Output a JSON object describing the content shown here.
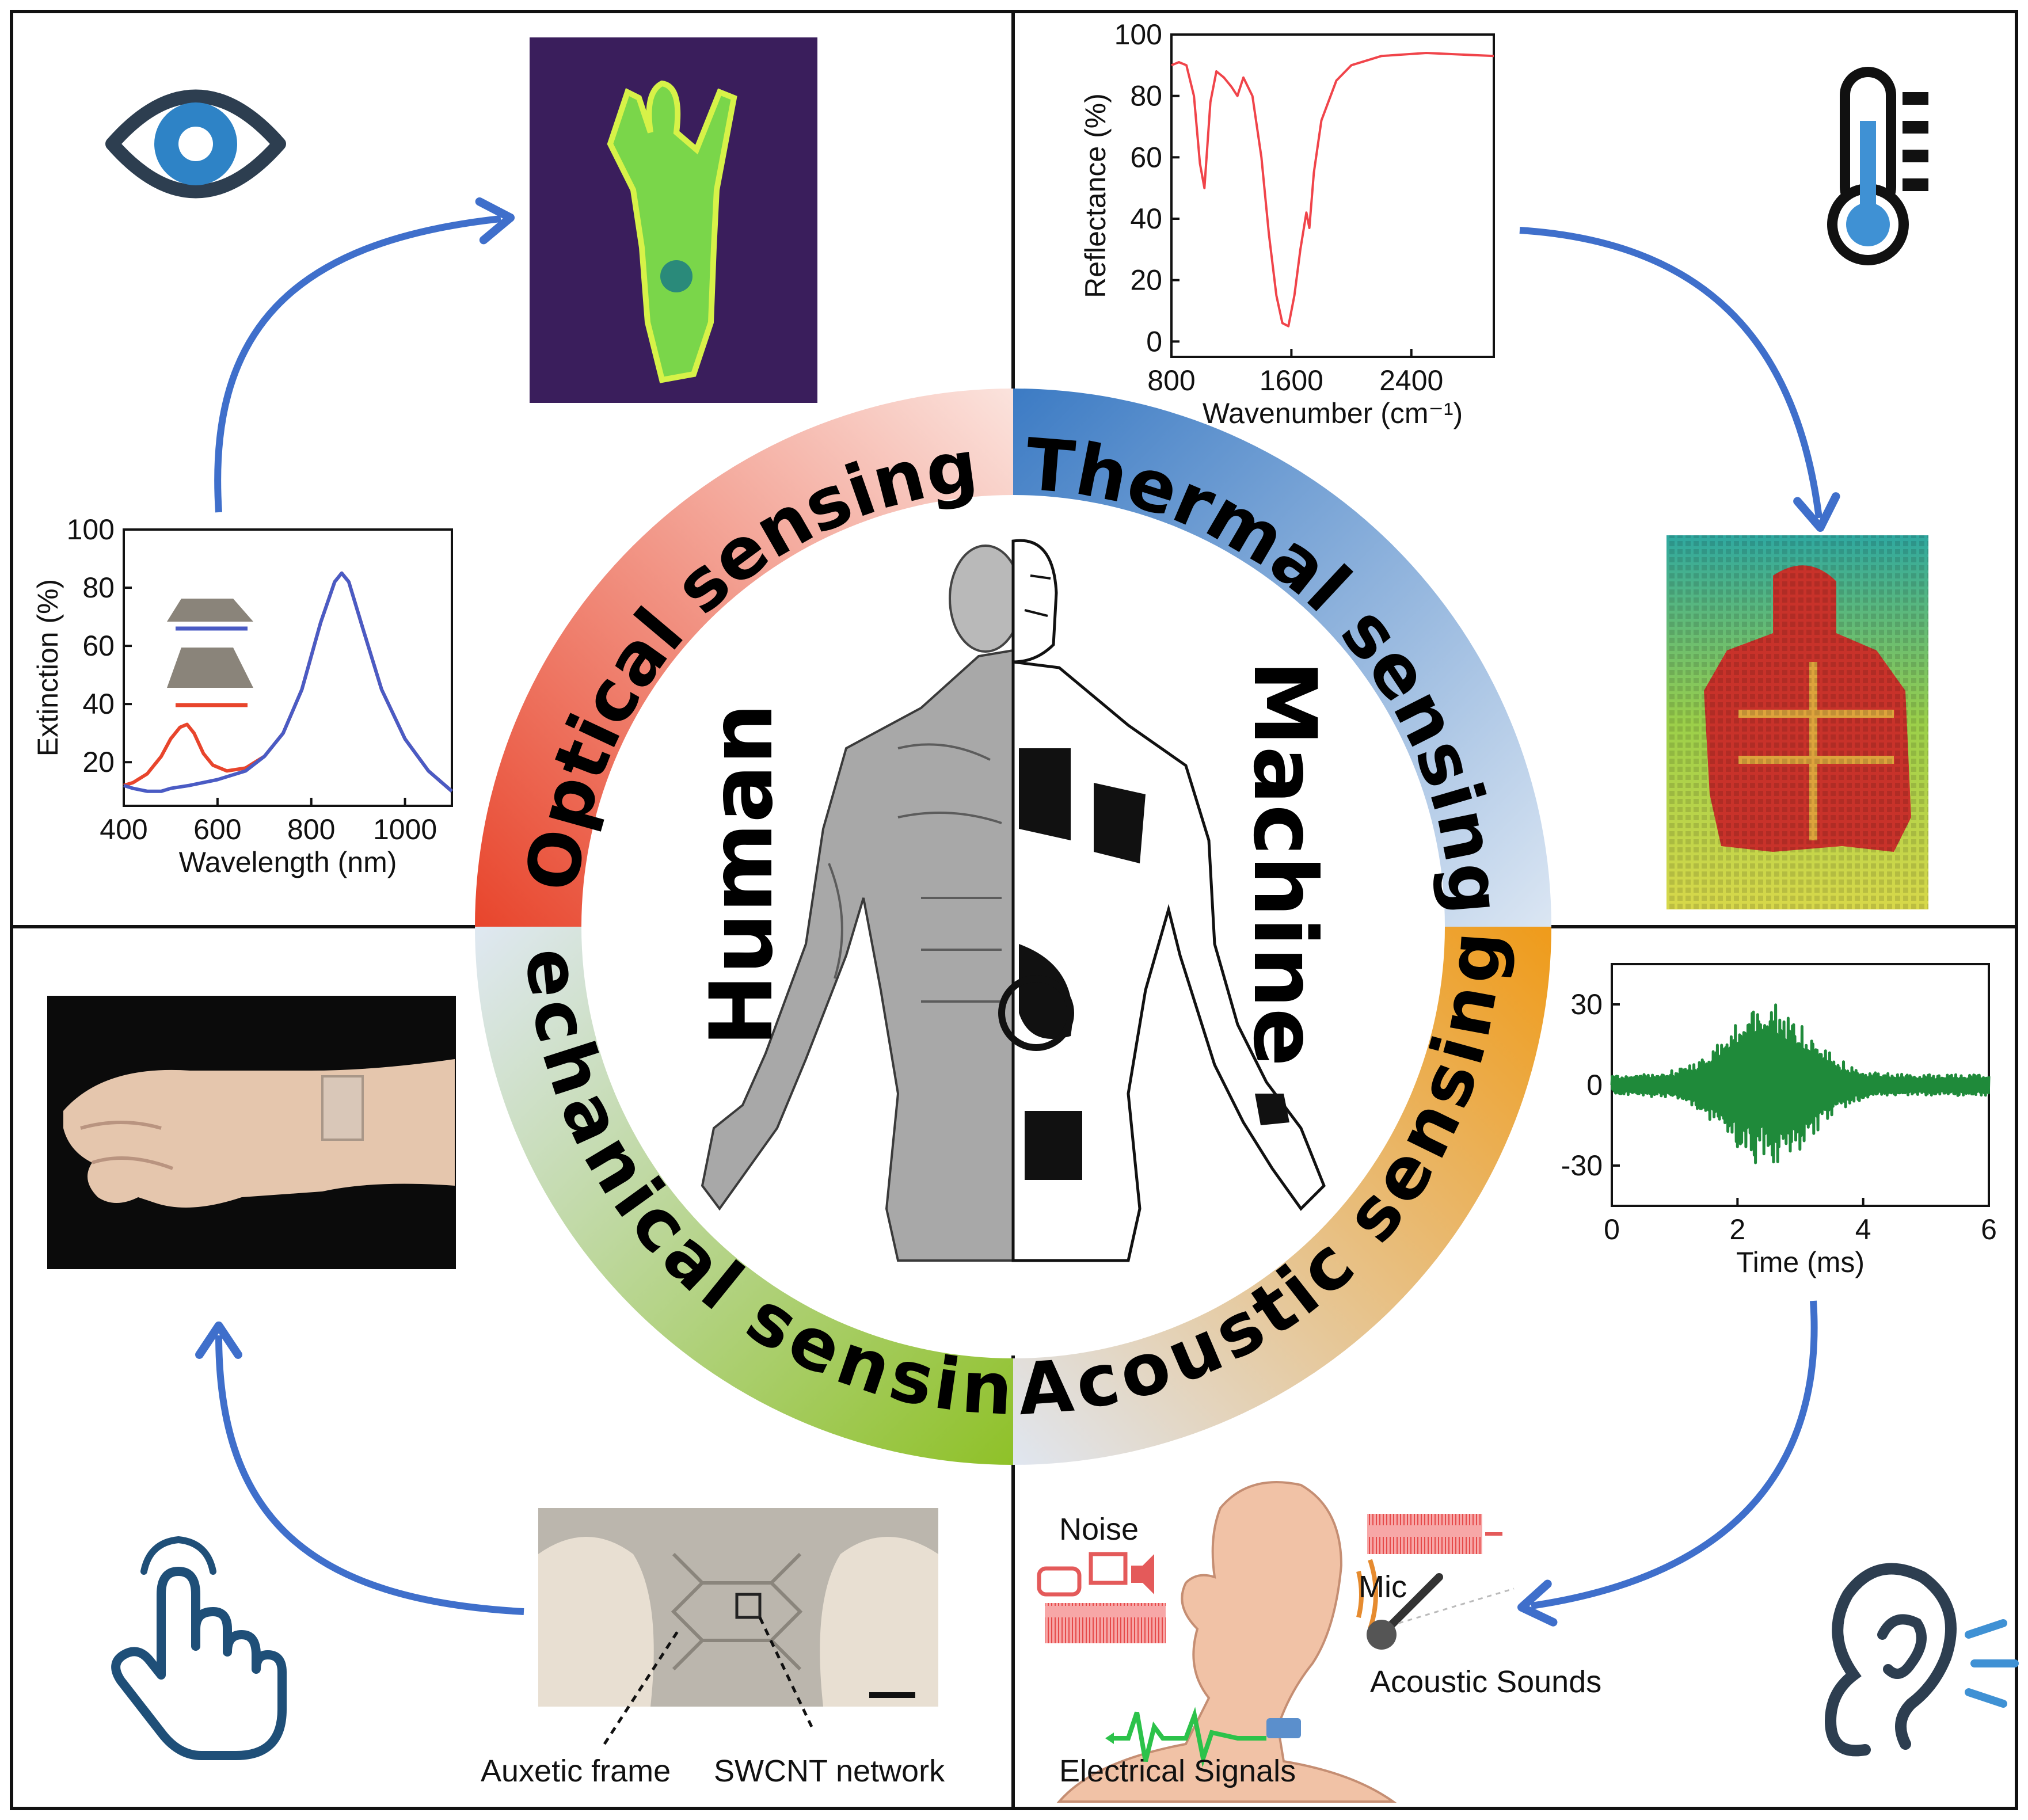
{
  "center": {
    "left_label": "Human",
    "right_label": "Machine"
  },
  "ring": {
    "optical": {
      "label": "Optical sensing",
      "colors": [
        "#e8452c",
        "#fbe3dd"
      ]
    },
    "thermal": {
      "label": "Thermal sensing",
      "colors": [
        "#3c7bc4",
        "#dbe6f3"
      ]
    },
    "acoustic": {
      "label": "Acoustic sensing",
      "colors": [
        "#ef9b1a",
        "#e0e6f0"
      ]
    },
    "mechanical": {
      "label": "Mechanical sensing",
      "colors": [
        "#8fc128",
        "#dfe8f2"
      ]
    }
  },
  "icons": [
    "eye-icon",
    "thermometer-icon",
    "hand-pointer-icon",
    "ear-icon"
  ],
  "arrow_color": "#3f6fcb",
  "optical_panel": {
    "image": "optical-image-human-silhouette"
  },
  "thermal_panel": {
    "image": "thermal-image-human-heatmap"
  },
  "mechanical_panel": {
    "photo1": "wrist-sensor-photo",
    "photo2": "auxetic-sensor-photo",
    "annotation_left": "Auxetic frame",
    "annotation_right": "SWCNT network"
  },
  "acoustic_panel": {
    "noise_label": "Noise",
    "mic_label": "Mic",
    "acoustic_sounds_label": "Acoustic Sounds",
    "electrical_signals_label": "Electrical Signals"
  },
  "chart_data": [
    {
      "id": "extinction",
      "type": "line",
      "xlabel": "Wavelength (nm)",
      "ylabel": "Extinction (%)",
      "xlim": [
        400,
        1100
      ],
      "ylim": [
        5,
        100
      ],
      "xticks": [
        400,
        600,
        800,
        1000
      ],
      "yticks": [
        20,
        40,
        60,
        80,
        100
      ],
      "series": [
        {
          "color": "#e8452c",
          "x": [
            400,
            420,
            450,
            480,
            500,
            520,
            535,
            550,
            570,
            590,
            620,
            660,
            700,
            740,
            780,
            820,
            850,
            865,
            880,
            910,
            950,
            1000,
            1050,
            1100
          ],
          "y": [
            12,
            13,
            16,
            22,
            28,
            32,
            33,
            30,
            23,
            19,
            17,
            18,
            22,
            30,
            45,
            68,
            82,
            85,
            82,
            66,
            45,
            28,
            17,
            10
          ]
        },
        {
          "color": "#4a5bc4",
          "x": [
            400,
            420,
            450,
            480,
            500,
            540,
            600,
            660,
            700,
            740,
            780,
            820,
            850,
            865,
            880,
            910,
            950,
            1000,
            1050,
            1100
          ],
          "y": [
            12,
            11,
            10,
            10,
            11,
            12,
            14,
            17,
            22,
            30,
            45,
            68,
            82,
            85,
            82,
            66,
            45,
            28,
            17,
            10
          ]
        }
      ]
    },
    {
      "id": "reflectance",
      "type": "line",
      "xlabel": "Wavenumber (cm⁻¹)",
      "ylabel": "Reflectance (%)",
      "xlim": [
        800,
        2950
      ],
      "ylim": [
        -5,
        100
      ],
      "xticks": [
        800,
        1600,
        2400
      ],
      "yticks": [
        0,
        20,
        40,
        60,
        80,
        100
      ],
      "series": [
        {
          "color": "#f0444a",
          "x": [
            800,
            850,
            900,
            950,
            990,
            1020,
            1060,
            1100,
            1150,
            1200,
            1240,
            1280,
            1340,
            1400,
            1450,
            1500,
            1540,
            1580,
            1620,
            1660,
            1700,
            1720,
            1750,
            1800,
            1900,
            2000,
            2200,
            2500,
            2950
          ],
          "y": [
            90,
            91,
            90,
            80,
            58,
            50,
            78,
            88,
            86,
            83,
            80,
            86,
            80,
            60,
            35,
            15,
            6,
            5,
            15,
            30,
            42,
            37,
            55,
            72,
            85,
            90,
            93,
            94,
            93
          ]
        }
      ]
    },
    {
      "id": "acoustic-signal",
      "type": "line",
      "xlabel": "Time (ms)",
      "ylabel": "",
      "xlim": [
        0,
        6
      ],
      "ylim": [
        -45,
        45
      ],
      "xticks": [
        0,
        2,
        4,
        6
      ],
      "yticks": [
        30,
        0,
        -30
      ],
      "series": [
        {
          "color": "#1f8a3a",
          "x": [
            0,
            6
          ],
          "envelope_peak": 28,
          "envelope_center": 2.5
        }
      ]
    }
  ]
}
